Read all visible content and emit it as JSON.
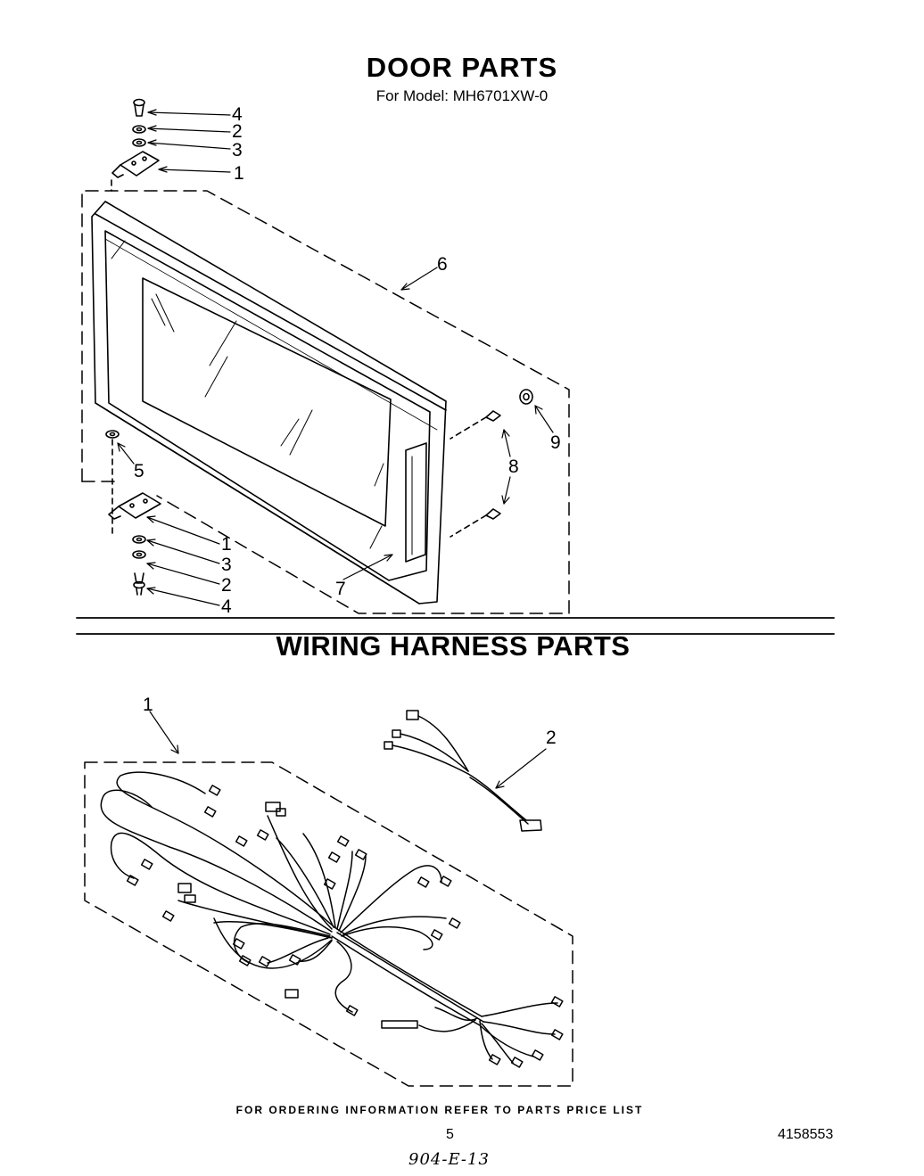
{
  "door_section": {
    "title": "DOOR PARTS",
    "subtitle": "For Model: MH6701XW-0",
    "callouts": {
      "top_screw": "4",
      "top_washer": "2",
      "top_spacer": "3",
      "top_hinge": "1",
      "door_assembly": "6",
      "shim": "5",
      "hinge_screws": "8",
      "bumper": "9",
      "door_glass": "7",
      "bottom_hinge": "1",
      "bottom_spacer": "3",
      "bottom_washer": "2",
      "bottom_screw": "4"
    }
  },
  "wiring_section": {
    "title": "WIRING HARNESS PARTS",
    "callouts": {
      "main_harness": "1",
      "harness_2": "2"
    }
  },
  "footer": {
    "note": "FOR ORDERING INFORMATION REFER TO PARTS PRICE LIST",
    "page_number": "5",
    "document_number": "4158553",
    "handwritten_code": "904-E-13"
  }
}
